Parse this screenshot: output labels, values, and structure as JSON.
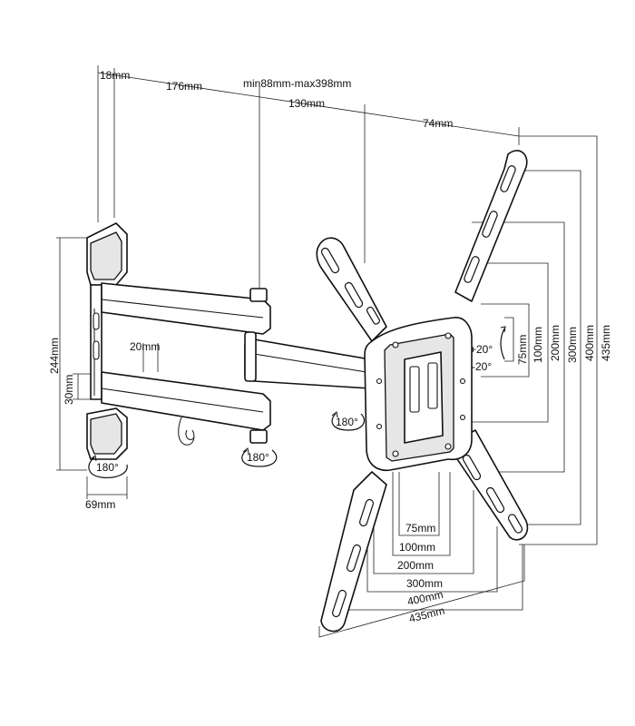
{
  "dimensions": {
    "top": {
      "wall_depth": "18mm",
      "arm1": "176mm",
      "extension": "min88mm-max398mm",
      "arm2": "130mm",
      "plate_offset": "74mm"
    },
    "left": {
      "wall_plate_height": "244mm",
      "spacing_small": "30mm",
      "arm_gap": "20mm",
      "wall_plate_width": "69mm"
    },
    "vertical_vesa": [
      "75mm",
      "100mm",
      "200mm",
      "300mm",
      "400mm",
      "435mm"
    ],
    "horizontal_vesa": [
      "75mm",
      "100mm",
      "200mm",
      "300mm",
      "400mm",
      "435mm"
    ],
    "tilt_up": "+20°",
    "tilt_down": "-20°",
    "swivel": [
      "180°",
      "180°",
      "180°"
    ]
  }
}
